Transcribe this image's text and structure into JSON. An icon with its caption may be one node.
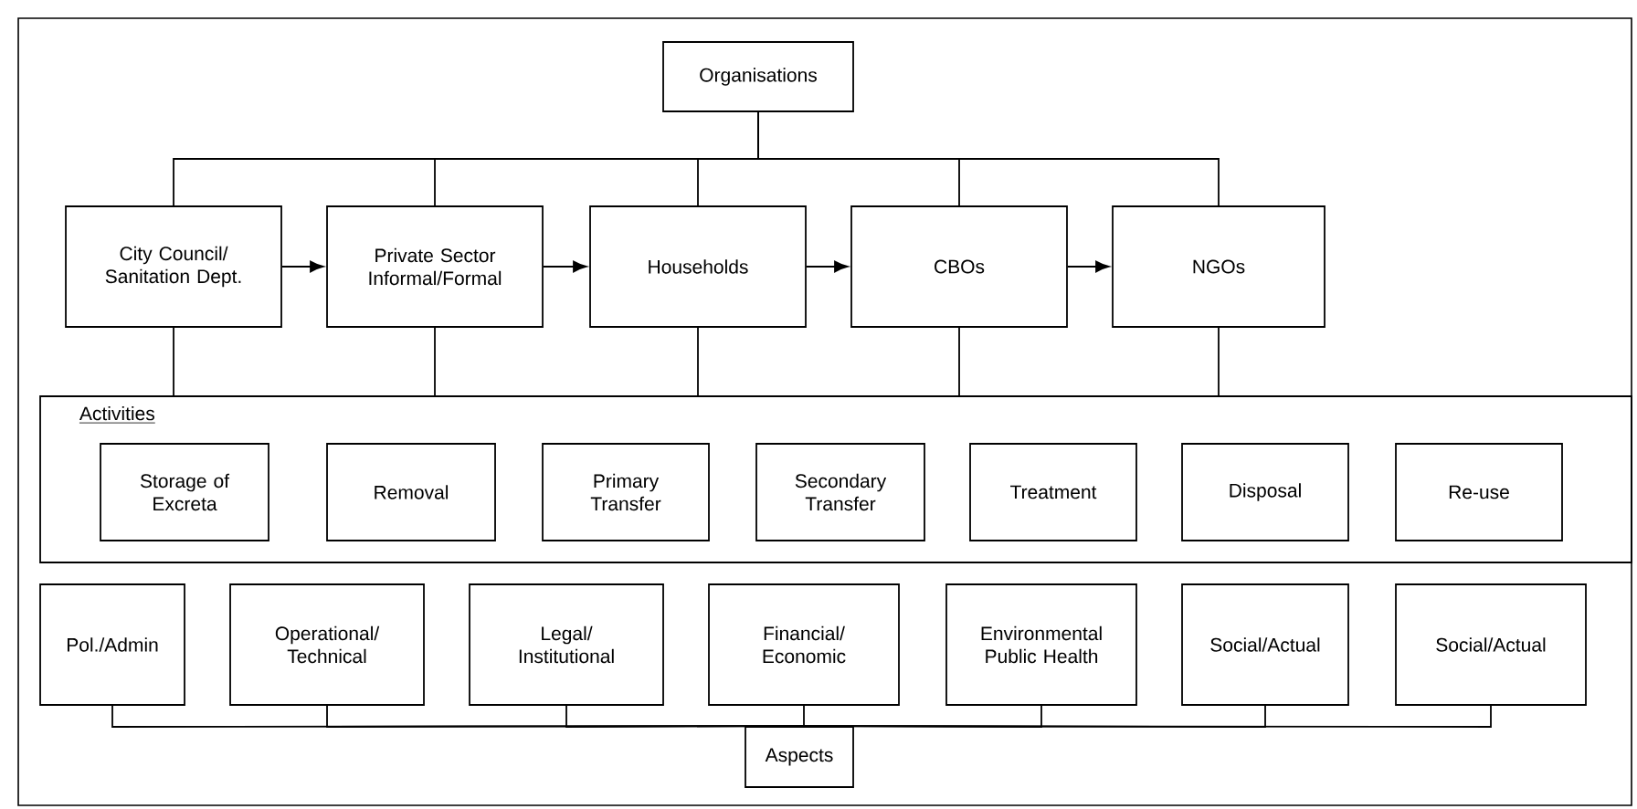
{
  "diagram": {
    "nodes": [
      {
        "text": [
          "Organisations"
        ]
      },
      {
        "text": [
          "City Council/ Sanitation Dept."
        ]
      },
      {
        "text": [
          "Private Sector Informal/Formal"
        ]
      },
      {
        "text": [
          "Households"
        ]
      },
      {
        "text": [
          "CBOs"
        ]
      },
      {
        "text": [
          "NGOs"
        ]
      },
      {
        "text": [
          "Activities"
        ]
      },
      {
        "text": [
          "Storage of Excreta"
        ],
        "in": 6
      },
      {
        "text": [
          "Removal"
        ],
        "in": 6
      },
      {
        "text": [
          "Primary Transfer"
        ],
        "in": 6
      },
      {
        "text": [
          "Secondary Transfer"
        ],
        "in": 6
      },
      {
        "text": [
          "Treatment"
        ],
        "in": 6
      },
      {
        "text": [
          "Disposal"
        ],
        "in": 6
      },
      {
        "text": [
          "Re-use"
        ],
        "in": 6
      },
      {
        "text": [
          "Pol./Admin"
        ]
      },
      {
        "text": [
          "Operational/ Technical"
        ]
      },
      {
        "text": [
          "Legal/ Institutional"
        ]
      },
      {
        "text": [
          "Financial/ Economic"
        ]
      },
      {
        "text": [
          "Environmental Public Health"
        ]
      },
      {
        "text": [
          "Social/Actual"
        ]
      },
      {
        "text": [
          "Social/Actual"
        ]
      },
      {
        "text": [
          "Aspects"
        ]
      }
    ],
    "edges": [
      {
        "from": 0,
        "to": 1,
        "arrow": "none"
      },
      {
        "from": 0,
        "to": 2,
        "arrow": "none"
      },
      {
        "from": 0,
        "to": 3,
        "arrow": "none"
      },
      {
        "from": 0,
        "to": 4,
        "arrow": "none"
      },
      {
        "from": 0,
        "to": 5,
        "arrow": "none"
      },
      {
        "from": 1,
        "to": 2,
        "arrow": "to"
      },
      {
        "from": 2,
        "to": 3,
        "arrow": "to"
      },
      {
        "from": 3,
        "to": 4,
        "arrow": "to"
      },
      {
        "from": 4,
        "to": 5,
        "arrow": "to"
      },
      {
        "from": 1,
        "to": 6,
        "arrow": "none"
      },
      {
        "from": 2,
        "to": 6,
        "arrow": "none"
      },
      {
        "from": 3,
        "to": 6,
        "arrow": "none"
      },
      {
        "from": 4,
        "to": 6,
        "arrow": "none"
      },
      {
        "from": 5,
        "to": 6,
        "arrow": "none"
      },
      {
        "from": 21,
        "to": 14,
        "arrow": "none"
      },
      {
        "from": 21,
        "to": 15,
        "arrow": "none"
      },
      {
        "from": 21,
        "to": 16,
        "arrow": "none"
      },
      {
        "from": 21,
        "to": 17,
        "arrow": "none"
      },
      {
        "from": 21,
        "to": 18,
        "arrow": "none"
      },
      {
        "from": 21,
        "to": 19,
        "arrow": "none"
      },
      {
        "from": 21,
        "to": 20,
        "arrow": "none"
      }
    ]
  }
}
